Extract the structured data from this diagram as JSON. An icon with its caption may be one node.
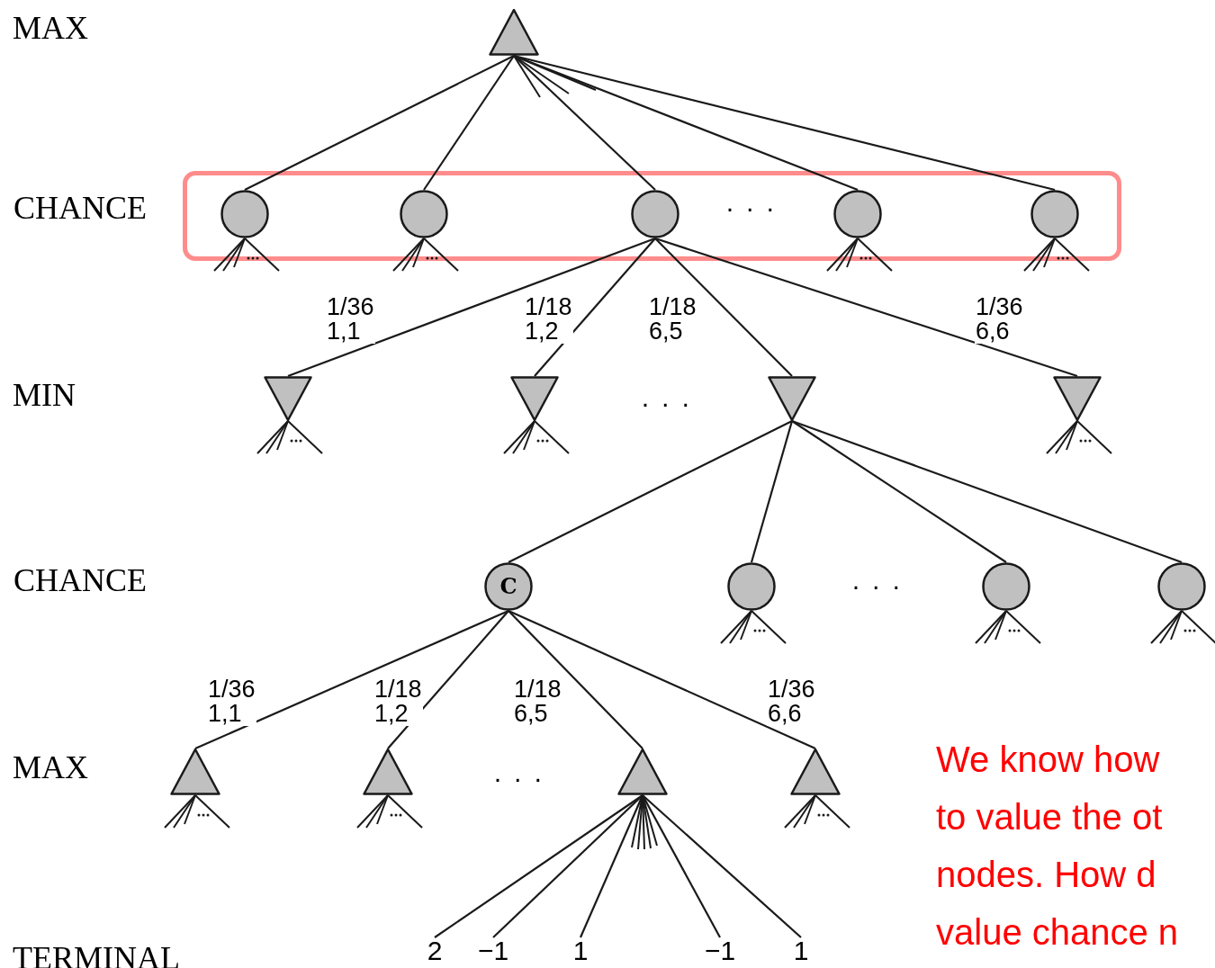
{
  "diagram": {
    "nodes": [
      {
        "text": [],
        "shape": "triangle"
      },
      {
        "text": [],
        "shape": "circle"
      },
      {
        "text": [],
        "shape": "circle"
      },
      {
        "text": [],
        "shape": "circle"
      },
      {
        "text": [],
        "shape": "circle"
      },
      {
        "text": [],
        "shape": "circle"
      },
      {
        "text": [],
        "shape": "triangle"
      },
      {
        "text": [],
        "shape": "triangle"
      },
      {
        "text": [],
        "shape": "triangle"
      },
      {
        "text": [],
        "shape": "triangle"
      },
      {
        "text": [
          "C"
        ]
      },
      {
        "text": [],
        "shape": "circle"
      },
      {
        "text": [],
        "shape": "circle"
      },
      {
        "text": [],
        "shape": "circle"
      },
      {
        "text": [],
        "shape": "triangle"
      },
      {
        "text": [],
        "shape": "triangle"
      },
      {
        "text": [],
        "shape": "triangle"
      },
      {
        "text": [],
        "shape": "triangle"
      },
      {
        "text": [
          "2"
        ]
      },
      {
        "text": [
          "−1"
        ]
      },
      {
        "text": [
          "1"
        ]
      },
      {
        "text": [
          "−1"
        ]
      },
      {
        "text": [
          "1"
        ]
      }
    ],
    "edges": [
      {
        "from": 0,
        "to": 1,
        "arrow": "none"
      },
      {
        "from": 0,
        "to": 2,
        "arrow": "none"
      },
      {
        "from": 0,
        "to": 3,
        "arrow": "none"
      },
      {
        "from": 0,
        "to": 4,
        "arrow": "none"
      },
      {
        "from": 0,
        "to": 5,
        "arrow": "none"
      },
      {
        "from": 3,
        "to": 6,
        "arrow": "none",
        "label": "1/36 1,1"
      },
      {
        "from": 3,
        "to": 7,
        "arrow": "none",
        "label": "1/18 1,2"
      },
      {
        "from": 3,
        "to": 8,
        "arrow": "none",
        "label": "1/18 6,5"
      },
      {
        "from": 3,
        "to": 9,
        "arrow": "none",
        "label": "1/36 6,6"
      },
      {
        "from": 8,
        "to": 10,
        "arrow": "none"
      },
      {
        "from": 8,
        "to": 11,
        "arrow": "none"
      },
      {
        "from": 8,
        "to": 12,
        "arrow": "none"
      },
      {
        "from": 8,
        "to": 13,
        "arrow": "none"
      },
      {
        "from": 10,
        "to": 14,
        "arrow": "none",
        "label": "1/36 1,1"
      },
      {
        "from": 10,
        "to": 15,
        "arrow": "none",
        "label": "1/18 1,2"
      },
      {
        "from": 10,
        "to": 16,
        "arrow": "none",
        "label": "1/18 6,5"
      },
      {
        "from": 10,
        "to": 17,
        "arrow": "none",
        "label": "1/36 6,6"
      },
      {
        "from": 16,
        "to": 18,
        "arrow": "none"
      },
      {
        "from": 16,
        "to": 19,
        "arrow": "none"
      },
      {
        "from": 16,
        "to": 20,
        "arrow": "none"
      },
      {
        "from": 16,
        "to": 21,
        "arrow": "none"
      },
      {
        "from": 16,
        "to": 22,
        "arrow": "none"
      }
    ],
    "labels": [
      "MAX",
      "CHANCE",
      "· · ·",
      "MIN",
      "· · ·",
      "CHANCE",
      "· · ·",
      "MAX",
      "· · ·",
      "We know how to value the ot nodes. How d value chance n",
      "TERMINAL"
    ]
  }
}
